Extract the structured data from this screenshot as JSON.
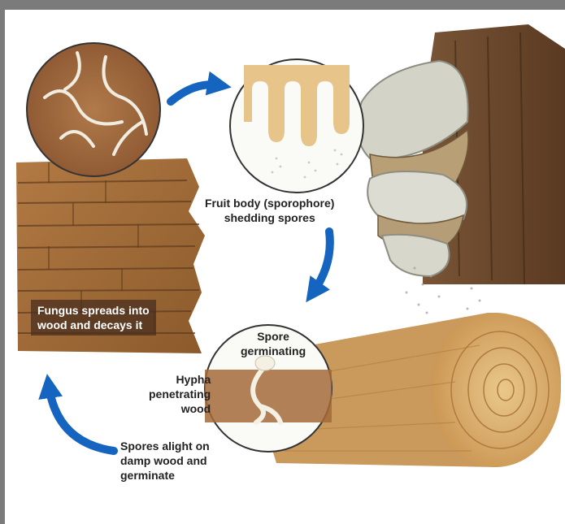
{
  "labels": {
    "fungus_spreads": "Fungus spreads into\nwood and decays it",
    "fruit_body": "Fruit body (sporophore)\nshedding spores",
    "spore_germinating": "Spore\ngerminating",
    "hypha": "Hypha\npenetrating\nwood",
    "spores_alight": "Spores alight on\ndamp wood and\ngerminate"
  },
  "colors": {
    "arrow": "#1565c0",
    "frame": "#7b7b7b",
    "wood_light": "#d6a866",
    "wood_dark": "#8b5a2b",
    "bracket": "#cfcfc4"
  }
}
